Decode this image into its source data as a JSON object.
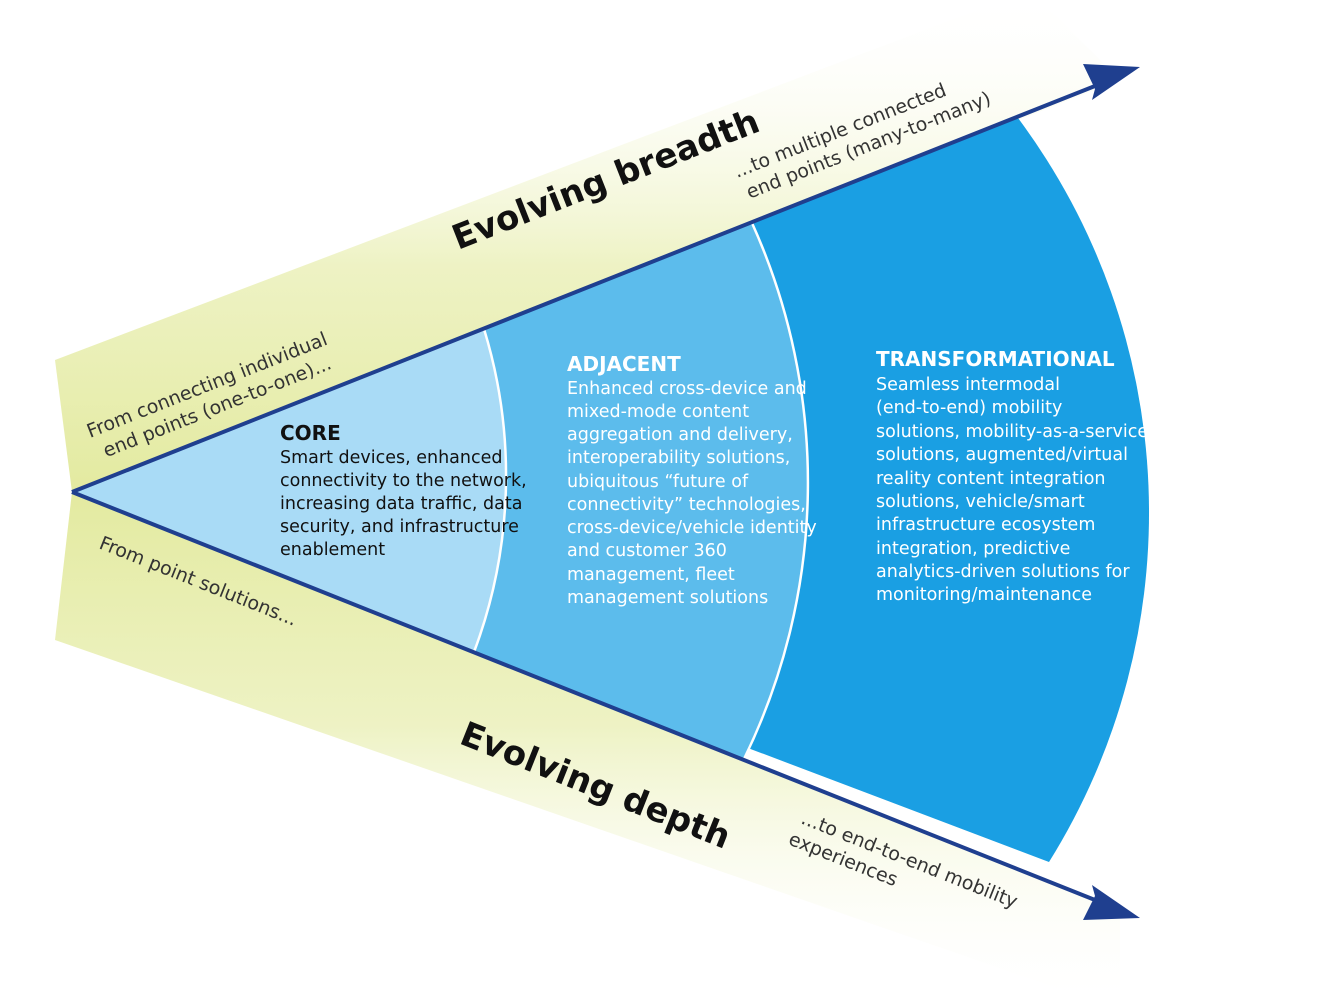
{
  "axes": {
    "breadth": {
      "title": "Evolving breadth",
      "start_lines": [
        "From connecting individual",
        "end points (one-to-one)..."
      ],
      "end_lines": [
        "...to multiple connected",
        "end points (many-to-many)"
      ]
    },
    "depth": {
      "title": "Evolving depth",
      "start_lines": [
        "From point solutions..."
      ],
      "end_lines": [
        "...to end-to-end mobility",
        "experiences"
      ]
    }
  },
  "zones": {
    "core": {
      "heading": "CORE",
      "lines": [
        "Smart devices, enhanced",
        "connectivity to the network,",
        "increasing data traffic, data",
        "security, and infrastructure",
        "enablement"
      ]
    },
    "adjacent": {
      "heading": "ADJACENT",
      "lines": [
        "Enhanced cross-device and",
        "mixed-mode content",
        "aggregation and delivery,",
        "interoperability solutions,",
        "ubiquitous “future of",
        "connectivity” technologies,",
        "cross-device/vehicle identity",
        "and customer 360",
        "management, fleet",
        "management solutions"
      ]
    },
    "transformational": {
      "heading": "TRANSFORMATIONAL",
      "lines": [
        "Seamless intermodal",
        "(end-to-end) mobility",
        "solutions, mobility-as-a-service",
        "solutions, augmented/virtual",
        "reality content integration",
        "solutions, vehicle/smart",
        "infrastructure ecosystem",
        "integration, predictive",
        "analytics-driven solutions for",
        "monitoring/maintenance"
      ]
    }
  },
  "colors": {
    "band": "#e8eeb0",
    "arrow": "#1f3f8f",
    "core": "#a9dbf6",
    "adjacent": "#5cbcec",
    "transformational": "#1a9fe3"
  }
}
